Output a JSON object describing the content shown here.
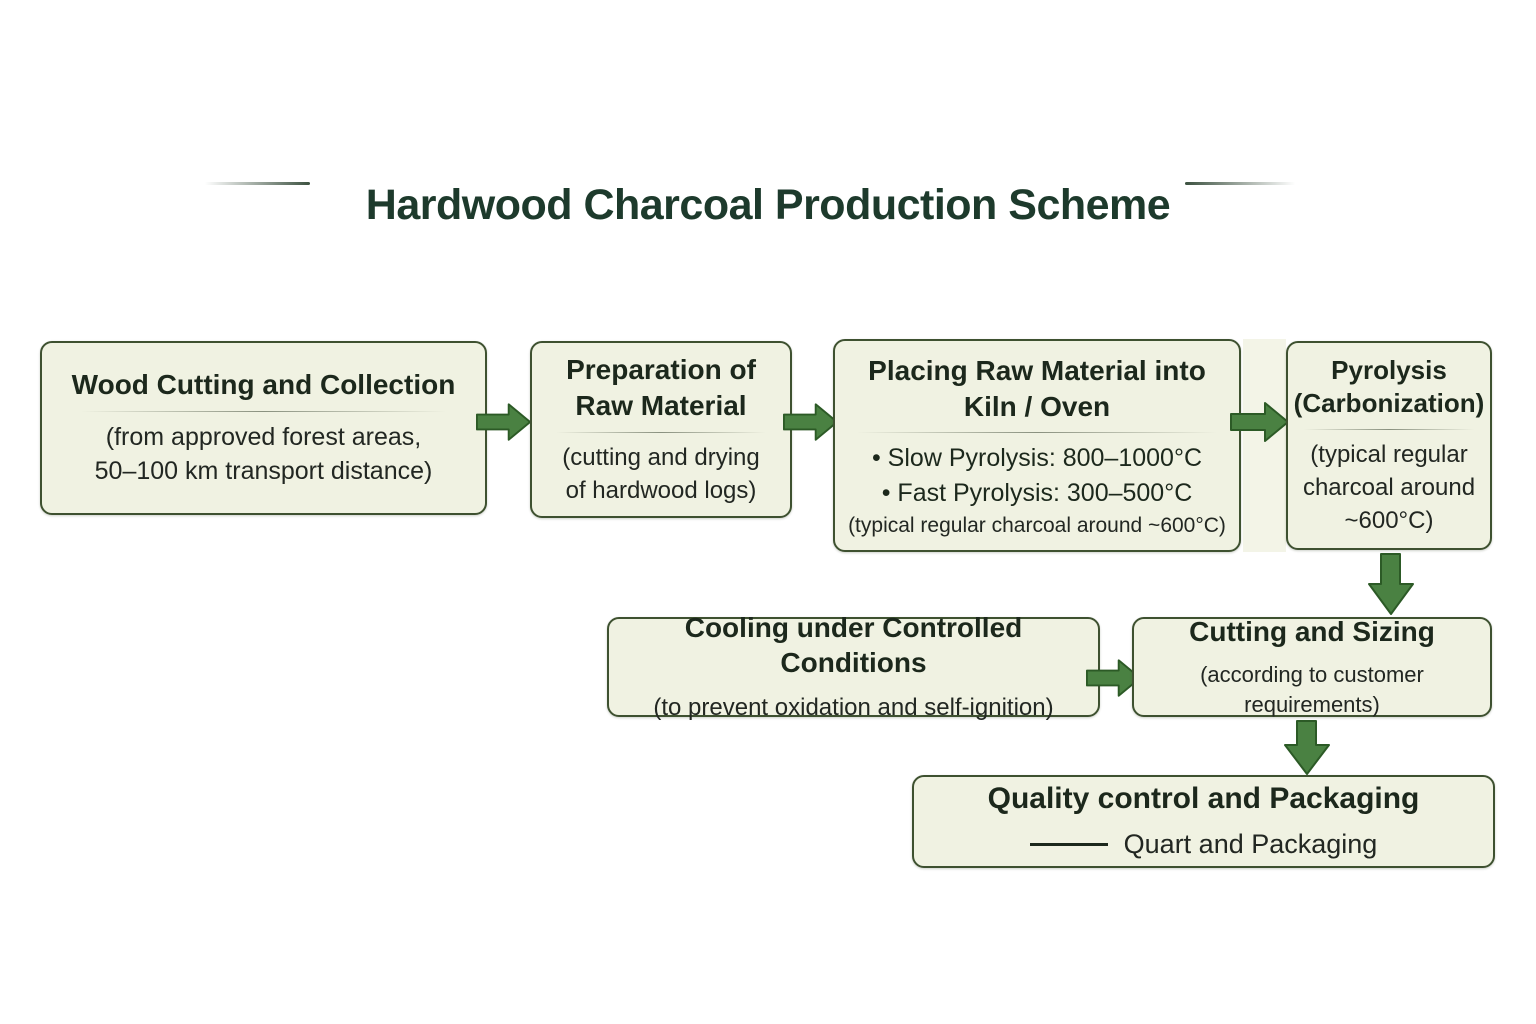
{
  "title": "Hardwood Charcoal Production Scheme",
  "colors": {
    "box_background": "#f0f2e2",
    "box_border": "#3e5130",
    "arrow_fill": "#4a8142",
    "arrow_stroke": "#2c5a26",
    "title_text": "#1d3a2c",
    "body_text": "#1c281c"
  },
  "steps": {
    "wood_cutting": {
      "title": "Wood Cutting and Collection",
      "sub1": "(from approved forest areas,",
      "sub2": "50–100 km transport distance)"
    },
    "preparation": {
      "title1": "Preparation of",
      "title2": "Raw Material",
      "sub1": "(cutting and drying",
      "sub2": "of hardwood logs)"
    },
    "placing": {
      "title1": "Placing Raw Material into",
      "title2": "Kiln / Oven",
      "bullet1": "• Slow Pyrolysis: 800–1000°C",
      "bullet2": "• Fast Pyrolysis: 300–500°C",
      "note": "(typical regular charcoal around ~600°C)"
    },
    "pyrolysis": {
      "title1": "Pyrolysis",
      "title2": "(Carbonization)",
      "sub1": "(typical regular",
      "sub2": "charcoal around",
      "sub3": "~600°C)"
    },
    "cooling": {
      "title": "Cooling under Controlled Conditions",
      "sub": "(to prevent oxidation and self-ignition)"
    },
    "cutting": {
      "title": "Cutting and Sizing",
      "sub": "(according to customer requirements)"
    },
    "quality": {
      "title": "Quality control and Packaging",
      "sub": "Quart and Packaging"
    }
  }
}
